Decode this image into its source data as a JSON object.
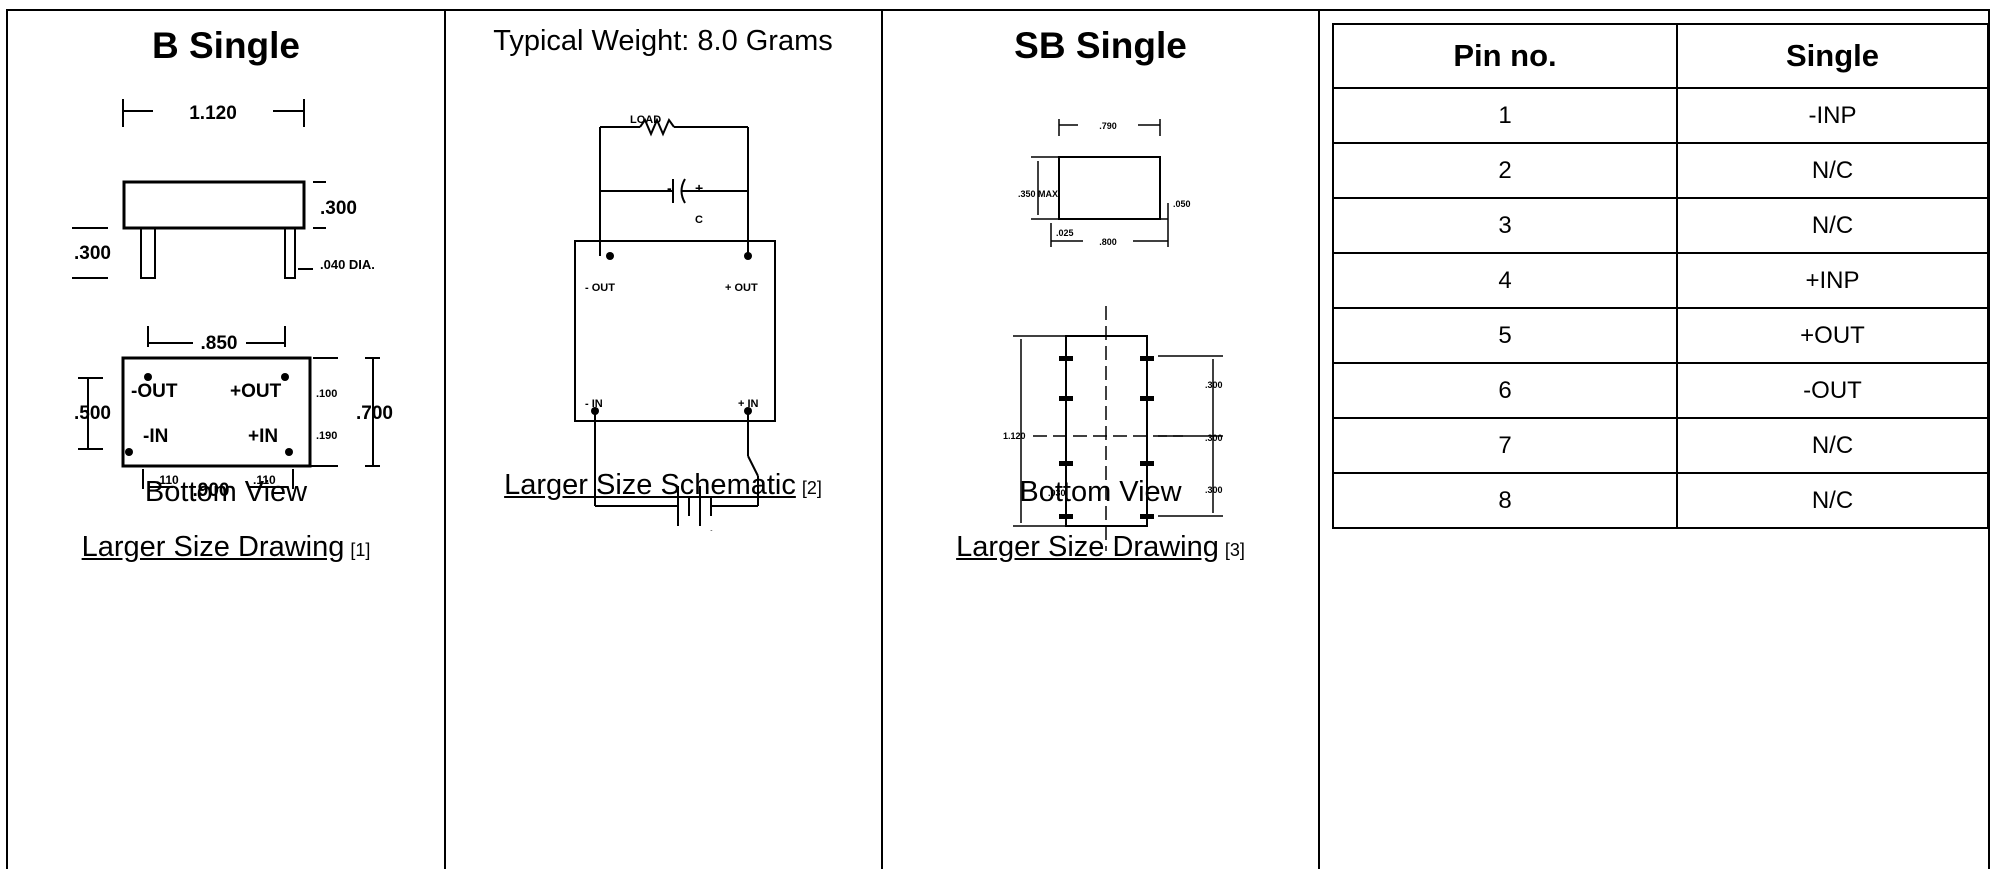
{
  "col1": {
    "title": "B Single",
    "dims": {
      "width": "1.120",
      "height_top": ".300",
      "height_pin": ".300",
      "pin_dia": ".040 DIA.",
      "pin_spacing": ".850",
      "out_neg": "-OUT",
      "out_pos": "+OUT",
      "in_neg": "-IN",
      "in_pos": "+IN",
      "edge_100": ".100",
      "edge_190": ".190",
      "height_700": ".700",
      "height_500": ".500",
      "edge_110a": ".110",
      "edge_110b": ".110",
      "base_900": ".900"
    },
    "view_label": "Bottom View",
    "link_text": "Larger Size Drawing",
    "link_ref": "[1]"
  },
  "col2": {
    "weight_text": "Typical Weight: 8.0 Grams",
    "schem": {
      "load": "LOAD",
      "cap": "C",
      "minus_out": "- OUT",
      "plus_out": "+ OUT",
      "minus_in": "- IN",
      "plus_in": "+ IN",
      "cap_minus": "-",
      "cap_plus": "+",
      "bat_minus": "-",
      "bat_plus": "+"
    },
    "link_text": "Larger Size Schematic",
    "link_ref": "[2]"
  },
  "col3": {
    "title": "SB Single",
    "dims": {
      "top_w": ".790",
      "height_max": ".350 MAX.",
      "pin_w": ".050",
      "pin_off": ".025",
      "base": ".800",
      "length": "1.120",
      "sp1": ".300",
      "sp2": ".300",
      "sp3": ".300",
      "small": ".030"
    },
    "view_label": "Bottom View",
    "link_text": "Larger Size Drawing",
    "link_ref": "[3]"
  },
  "pin_table": {
    "headers": [
      "Pin no.",
      "Single"
    ],
    "rows": [
      [
        "1",
        "-INP"
      ],
      [
        "2",
        "N/C"
      ],
      [
        "3",
        "N/C"
      ],
      [
        "4",
        "+INP"
      ],
      [
        "5",
        "+OUT"
      ],
      [
        "6",
        "-OUT"
      ],
      [
        "7",
        "N/C"
      ],
      [
        "8",
        "N/C"
      ]
    ]
  }
}
